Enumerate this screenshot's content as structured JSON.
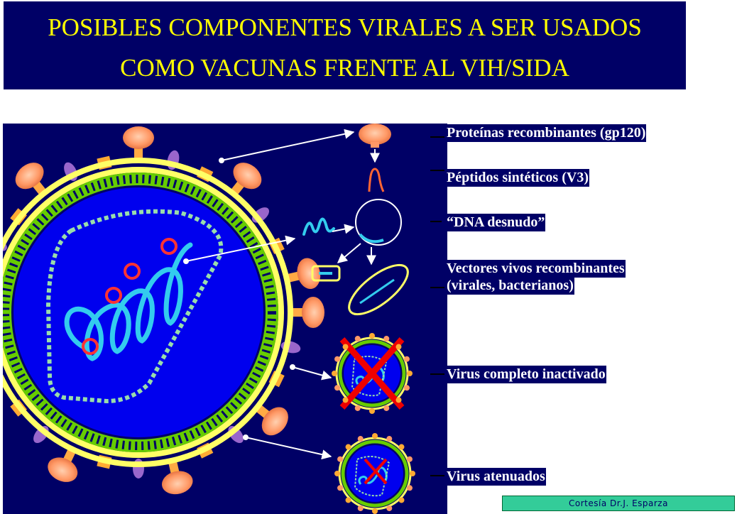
{
  "slide": {
    "title_line1": "POSIBLES COMPONENTES VIRALES A SER USADOS",
    "title_line2": "COMO VACUNAS FRENTE AL VIH/SIDA",
    "credit": "Cortesía Dr.J. Esparza"
  },
  "vaccine_types": [
    {
      "label": "Proteínas recombinantes (gp120)"
    },
    {
      "label": "Péptidos sintéticos  (V3)"
    },
    {
      "label": " “DNA desnudo”"
    },
    {
      "label_line1": "Vectores vivos recombinantes",
      "label_line2": "(virales, bacterianos)"
    },
    {
      "label": "Virus completo inactivado"
    },
    {
      "label": "Virus atenuados"
    }
  ],
  "colors": {
    "navy": "#000066",
    "title_text": "#ffff00",
    "label_text": "#ffffff",
    "credit_bg": "#33cc99",
    "virus_core": "#0000ee",
    "membrane_yellow": "#ffff66",
    "capsid_green": "#66cc00",
    "rna_cyan": "#33ccee",
    "cross_red": "#ee0000"
  },
  "icons": [
    "gp120-knob-icon",
    "v3-peptide-icon",
    "plasmid-icon",
    "gene-insert-icon",
    "vector-cell-icon",
    "inactivated-virus-icon",
    "attenuated-virus-icon",
    "red-cross-icon"
  ]
}
